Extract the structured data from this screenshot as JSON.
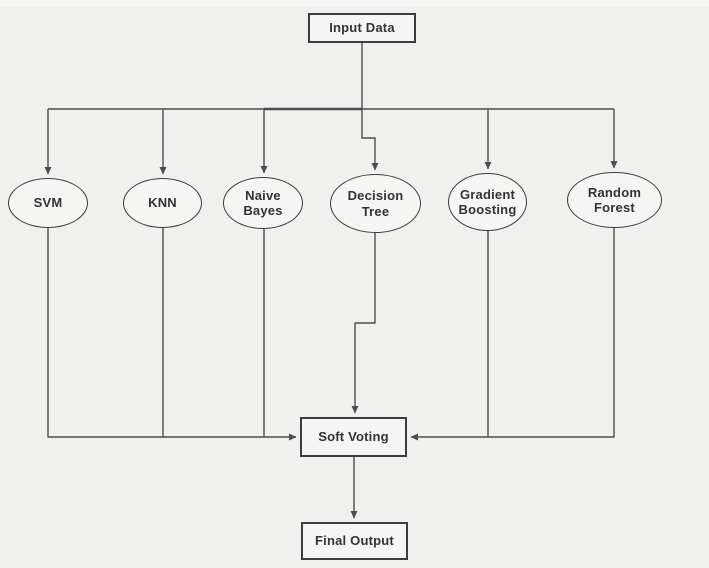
{
  "colors": {
    "background": "#f0f0ef",
    "shape_fill": "#f5f5f4",
    "shape_border": "#3c3c3c",
    "connector": "#4d4d4d",
    "text": "#333333"
  },
  "nodes": {
    "input_data": {
      "label": "Input Data"
    },
    "soft_voting": {
      "label": "Soft Voting"
    },
    "final_output": {
      "label": "Final Output"
    }
  },
  "classifiers": [
    {
      "label": "SVM"
    },
    {
      "label": "KNN"
    },
    {
      "label": "Naive\nBayes"
    },
    {
      "label": "Decision\nTree"
    },
    {
      "label": "Gradient\nBoosting"
    },
    {
      "label": "Random\nForest"
    }
  ]
}
